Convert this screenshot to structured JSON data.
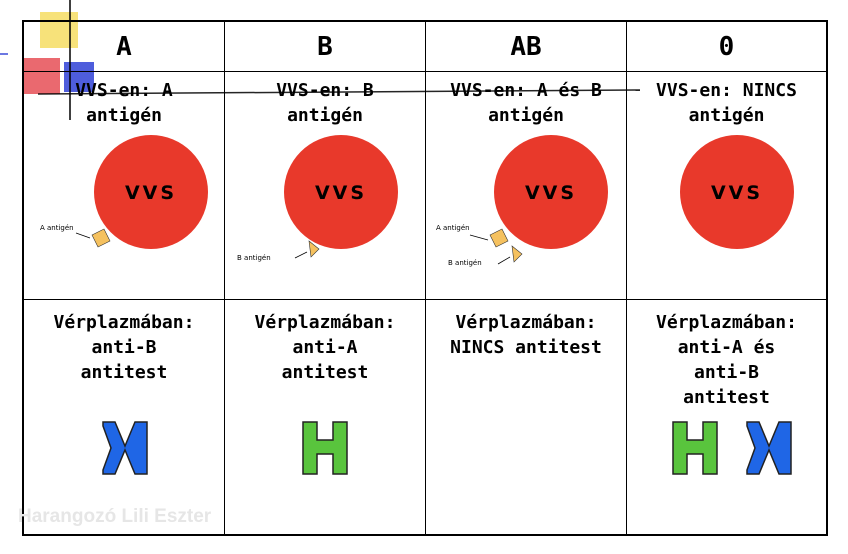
{
  "header": [
    "A",
    "B",
    "AB",
    "0"
  ],
  "rbc_row": [
    {
      "text": "VVS-en: A\nantigén",
      "cell_label": "VVS",
      "antigens": [
        "A antigén"
      ]
    },
    {
      "text": "VVS-en: B\nantigén",
      "cell_label": "VVS",
      "antigens": [
        "B antigén"
      ]
    },
    {
      "text": "VVS-en: A és B\nantigén",
      "cell_label": "VVS",
      "antigens": [
        "A antigén",
        "B antigén"
      ]
    },
    {
      "text": "VVS-en: NINCS\nantigén",
      "cell_label": "VVS",
      "antigens": []
    }
  ],
  "plasma_row": [
    {
      "text": "Vérplazmában:\nanti-B\nantitest",
      "antibodies": [
        "anti-B"
      ]
    },
    {
      "text": "Vérplazmában:\nanti-A\nantitest",
      "antibodies": [
        "anti-A"
      ]
    },
    {
      "text": "Vérplazmában:\nNINCS antitest",
      "antibodies": []
    },
    {
      "text": "Vérplazmában:\nanti-A és\nanti-B\nantitest",
      "antibodies": [
        "anti-A",
        "anti-B"
      ]
    }
  ],
  "watermark": "Harangozó Lili Eszter",
  "colors": {
    "rbc": "#e8392b",
    "antigen": "#f5c15f",
    "anti_a": "#59c43d",
    "anti_b": "#1f66e6",
    "deco_yellow": "#f7e27a",
    "deco_red": "#e8595f",
    "deco_blue": "#3b4bd8"
  }
}
